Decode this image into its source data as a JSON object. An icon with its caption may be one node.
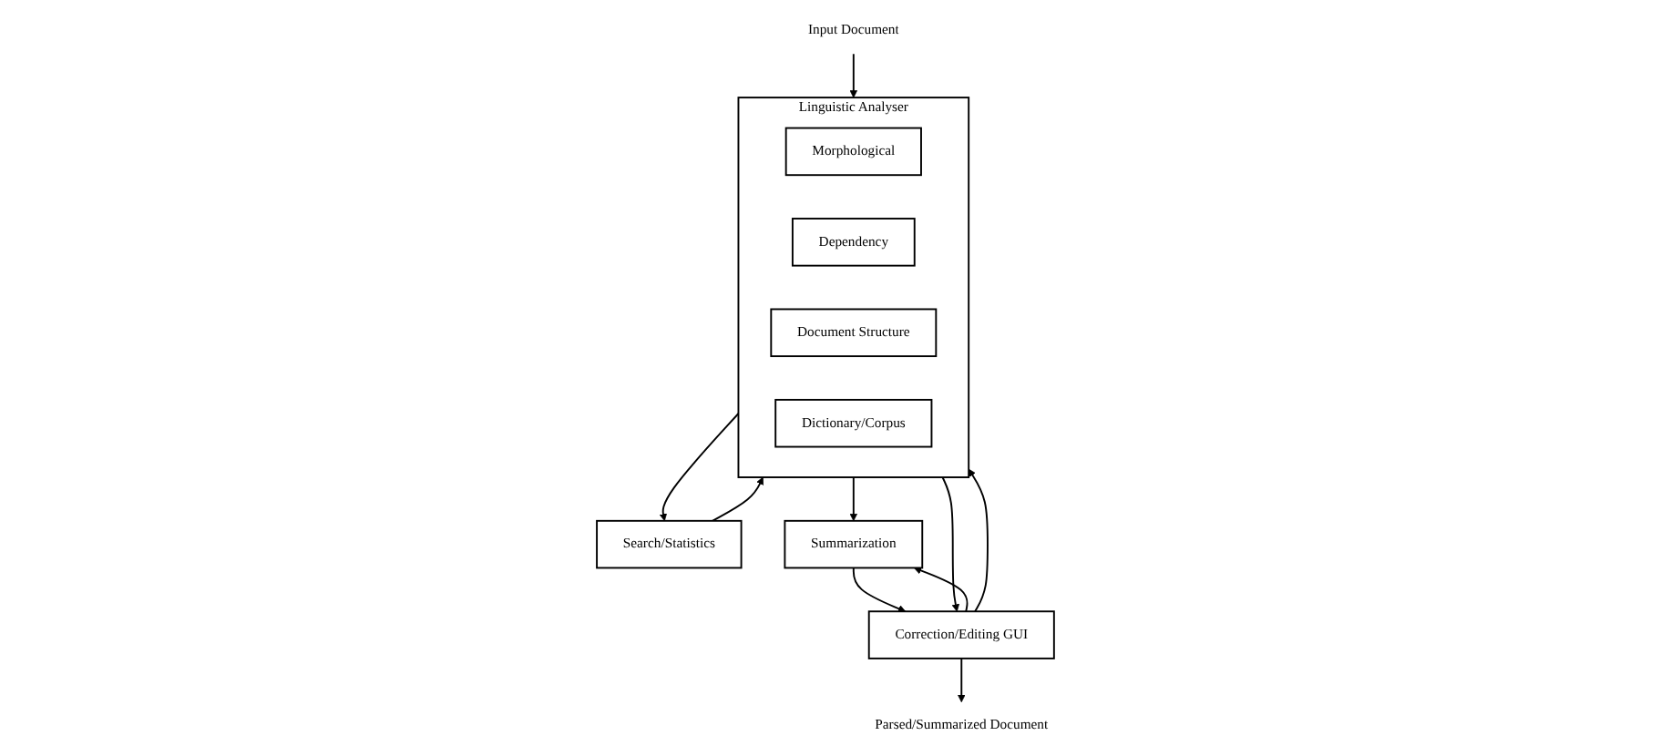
{
  "diagram": {
    "nodes": [
      {
        "text": [
          "Input Document"
        ]
      },
      {
        "text": [
          "Linguistic Analyser"
        ]
      },
      {
        "text": [
          "Morphological"
        ],
        "in": 1
      },
      {
        "text": [
          "Dependency"
        ],
        "in": 1
      },
      {
        "text": [
          "Document Structure"
        ],
        "in": 1
      },
      {
        "text": [
          "Dictionary/Corpus"
        ],
        "in": 1
      },
      {
        "text": [
          "Search/Statistics"
        ]
      },
      {
        "text": [
          "Summarization"
        ]
      },
      {
        "text": [
          "Correction/Editing GUI"
        ]
      },
      {
        "text": [
          "Parsed/Summarized Document"
        ]
      }
    ],
    "edges": [
      {
        "from": 0,
        "to": 1,
        "arrow": "to"
      },
      {
        "from": 6,
        "to": 1,
        "arrow": "to"
      },
      {
        "from": 1,
        "to": 6,
        "arrow": "to"
      },
      {
        "from": 1,
        "to": 7,
        "arrow": "to"
      },
      {
        "from": 8,
        "to": 1,
        "arrow": "to"
      },
      {
        "from": 1,
        "to": 8,
        "arrow": "to"
      },
      {
        "from": 8,
        "to": 7,
        "arrow": "to"
      },
      {
        "from": 7,
        "to": 8,
        "arrow": "to"
      },
      {
        "from": 8,
        "to": 9,
        "arrow": "to"
      }
    ]
  }
}
